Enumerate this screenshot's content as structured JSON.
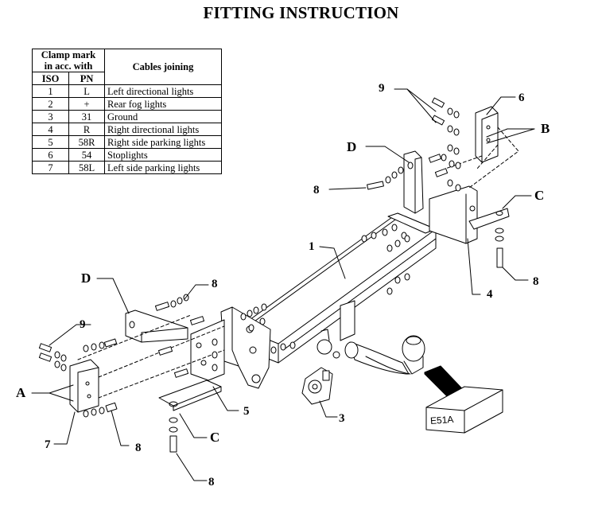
{
  "title": "FITTING INSTRUCTION",
  "table": {
    "header_clamp": "Clamp mark\nin acc. with",
    "header_cables": "Cables joining",
    "header_iso": "ISO",
    "header_pn": "PN",
    "rows": [
      {
        "iso": "1",
        "pn": "L",
        "cable": "Left directional lights"
      },
      {
        "iso": "2",
        "pn": "+",
        "cable": "Rear fog lights"
      },
      {
        "iso": "3",
        "pn": "31",
        "cable": "Ground"
      },
      {
        "iso": "4",
        "pn": "R",
        "cable": "Right directional lights"
      },
      {
        "iso": "5",
        "pn": "58R",
        "cable": "Right side parking lights"
      },
      {
        "iso": "6",
        "pn": "54",
        "cable": "Stoplights"
      },
      {
        "iso": "7",
        "pn": "58L",
        "cable": "Left side parking lights"
      }
    ]
  },
  "callouts": {
    "n1": "1",
    "n3": "3",
    "n4": "4",
    "n5": "5",
    "n6": "6",
    "n7": "7",
    "n8a": "8",
    "n8b": "8",
    "n8c": "8",
    "n8d": "8",
    "n8e": "8",
    "n9a": "9",
    "n9b": "9",
    "lA": "A",
    "lB": "B",
    "lC1": "C",
    "lC2": "C",
    "lD1": "D",
    "lD2": "D"
  },
  "box_label": "E51A",
  "icons": [
    "arrow-icon"
  ]
}
